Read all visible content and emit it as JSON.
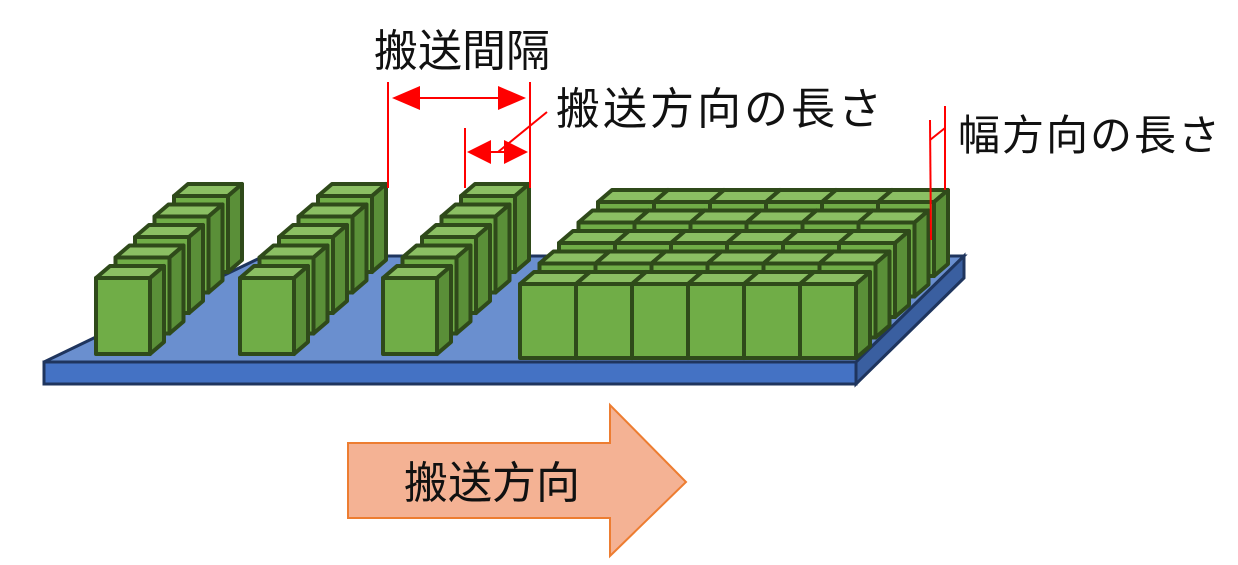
{
  "labels": {
    "conveyance_interval": "搬送間隔",
    "length_conveyance_direction": "搬送方向の長さ",
    "length_width_direction": "幅方向の長さ",
    "conveyance_direction": "搬送方向"
  },
  "colors": {
    "box_front": "#70AD47",
    "box_top": "#8BBF63",
    "box_side": "#5A8F38",
    "box_outline": "#2F4A1A",
    "tray_top": "#6A8FCF",
    "tray_front": "#4472C4",
    "tray_side": "#3A5FA0",
    "tray_outline": "#1F355E",
    "dimension_line": "#FF0000",
    "arrow_fill": "#F4B294",
    "arrow_outline": "#ED7D31"
  },
  "groups": {
    "separate_stacks": 3,
    "boxes_per_stack": 5,
    "block_rows": 5,
    "block_columns": 6
  }
}
